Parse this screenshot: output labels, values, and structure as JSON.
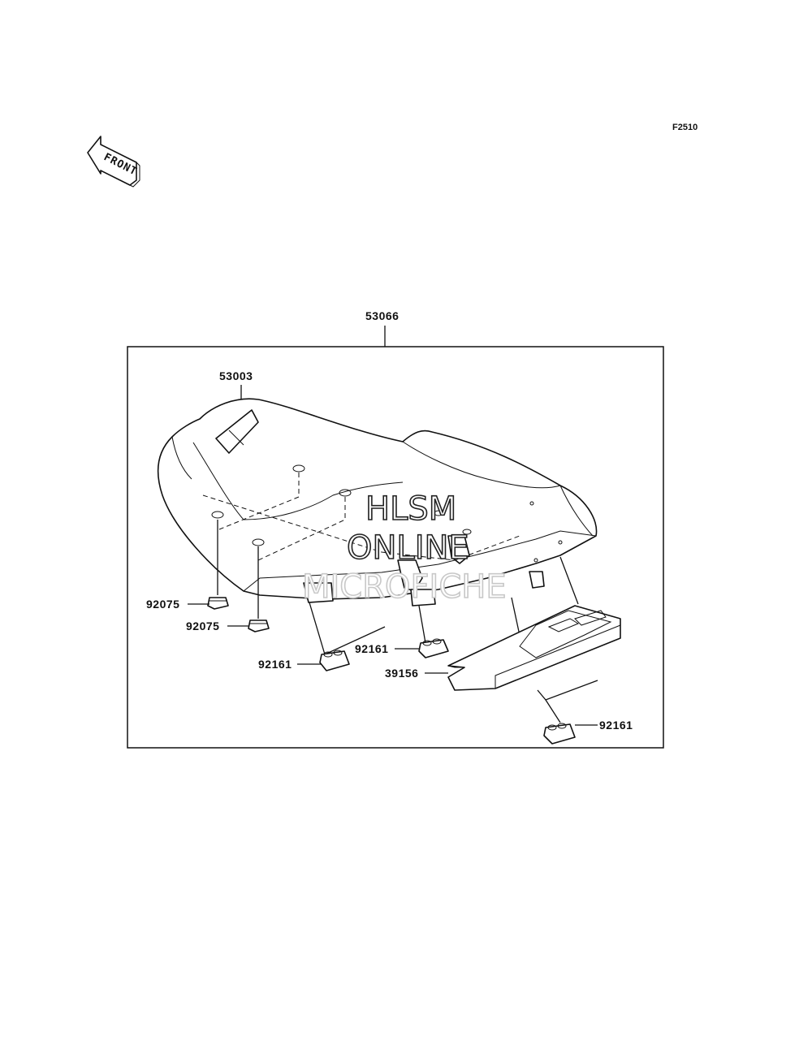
{
  "figure_code": "F2510",
  "front_arrow": {
    "label": "FRONT",
    "icon": "front-arrow-icon"
  },
  "watermark": {
    "line1": "HLSM",
    "line2": "ONLINE",
    "line3": "MICROFICHE"
  },
  "parts": {
    "seat_assembly": "53066",
    "seat_cover": "53003",
    "damper_left": "92075",
    "damper_right": "92075",
    "cushion_front_left": "92161",
    "cushion_front_right": "92161",
    "cover_plate": "39156",
    "cushion_rear": "92161"
  }
}
